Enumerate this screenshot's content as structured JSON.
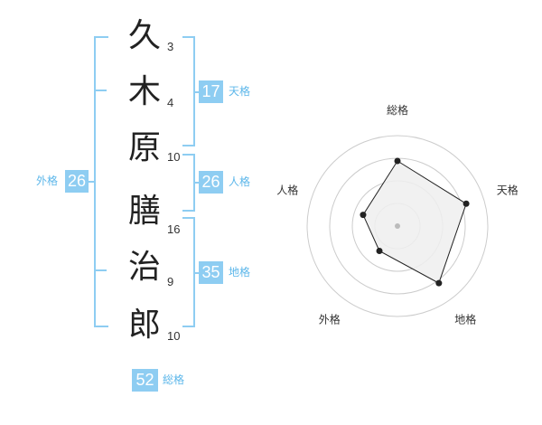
{
  "name_chars": [
    {
      "char": "久",
      "strokes": "3"
    },
    {
      "char": "木",
      "strokes": "4"
    },
    {
      "char": "原",
      "strokes": "10"
    },
    {
      "char": "膳",
      "strokes": "16"
    },
    {
      "char": "治",
      "strokes": "9"
    },
    {
      "char": "郎",
      "strokes": "10"
    }
  ],
  "fortunes": {
    "tenkaku": {
      "label": "天格",
      "value": "17"
    },
    "jinkaku": {
      "label": "人格",
      "value": "26"
    },
    "chikaku": {
      "label": "地格",
      "value": "35"
    },
    "gaikaku": {
      "label": "外格",
      "value": "26"
    },
    "soukaku": {
      "label": "総格",
      "value": "52"
    }
  },
  "chart_data": {
    "type": "radar",
    "axes": [
      "総格",
      "天格",
      "地格",
      "外格",
      "人格"
    ],
    "values": [
      0.72,
      0.8,
      0.78,
      0.34,
      0.4
    ],
    "range": [
      0,
      1
    ],
    "rings": 4,
    "colors": {
      "fill": "#efefef",
      "line": "#222222",
      "ring": "#cccccc",
      "center": "#bbbbbb"
    }
  },
  "colors": {
    "accent": "#8ecdf2",
    "accent_text": "#5db7ea"
  }
}
